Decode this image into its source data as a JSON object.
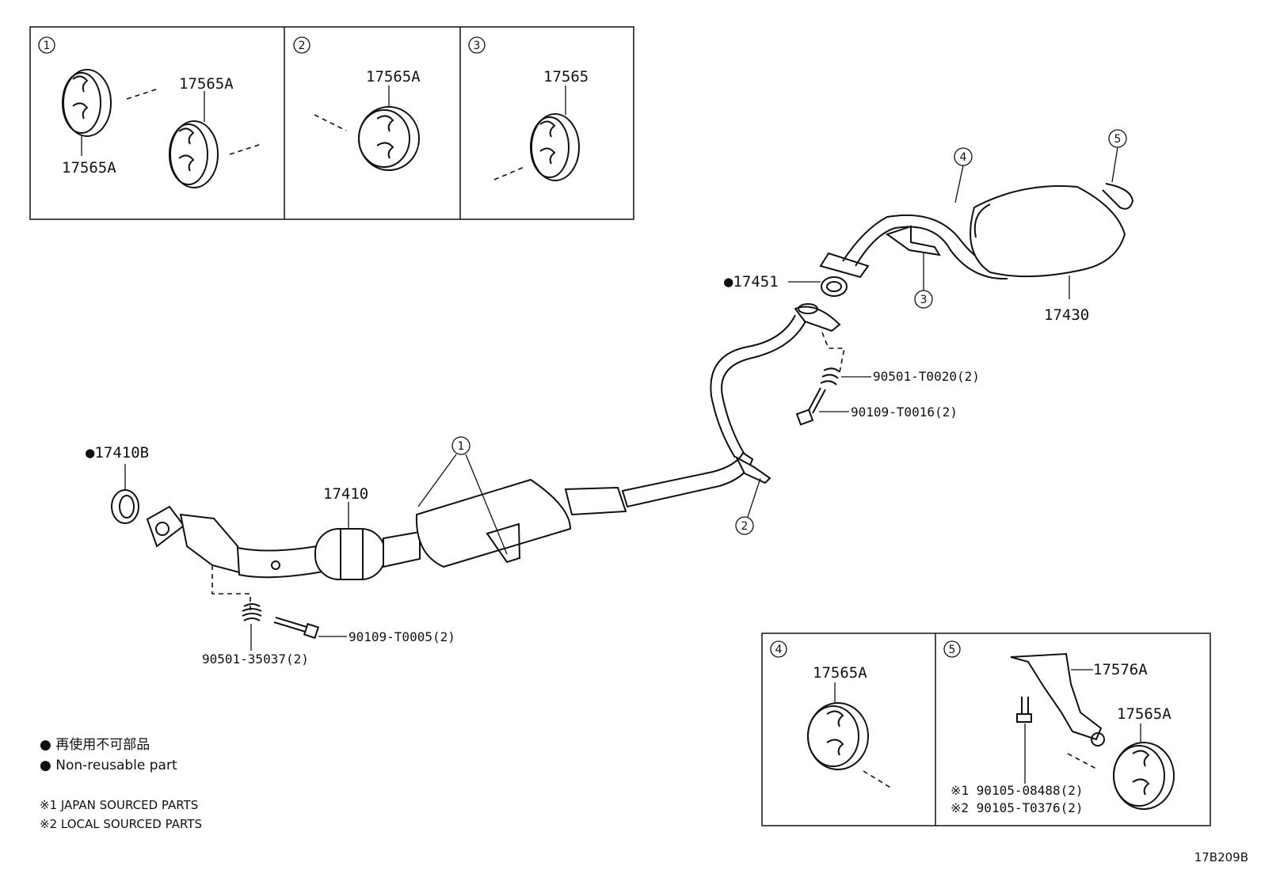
{
  "insets": {
    "i1": {
      "num": "1",
      "labels": [
        "17565A",
        "17565A"
      ]
    },
    "i2": {
      "num": "2",
      "label": "17565A"
    },
    "i3": {
      "num": "3",
      "label": "17565"
    },
    "i4": {
      "num": "4",
      "label": "17565A"
    },
    "i5": {
      "num": "5",
      "bracket_label": "17576A",
      "hanger_label": "17565A",
      "bolt_labels": [
        "※1 90105-08488(2)",
        "※2 90105-T0376(2)"
      ]
    }
  },
  "main": {
    "gasket_front": "●17410B",
    "front_pipe": "17410",
    "gasket_rear": "●17451",
    "muffler": "17430",
    "spring_front": "90501-35037(2)",
    "bolt_front": "90109-T0005(2)",
    "spring_rear": "90501-T0020(2)",
    "bolt_rear": "90109-T0016(2)",
    "callouts": [
      "1",
      "2",
      "3",
      "4",
      "5"
    ]
  },
  "legend": {
    "jp": "● 再使用不可部品",
    "en": "● Non-reusable part",
    "note1": "※1 JAPAN SOURCED PARTS",
    "note2": "※2 LOCAL SOURCED PARTS"
  },
  "diagram_id": "17B209B"
}
